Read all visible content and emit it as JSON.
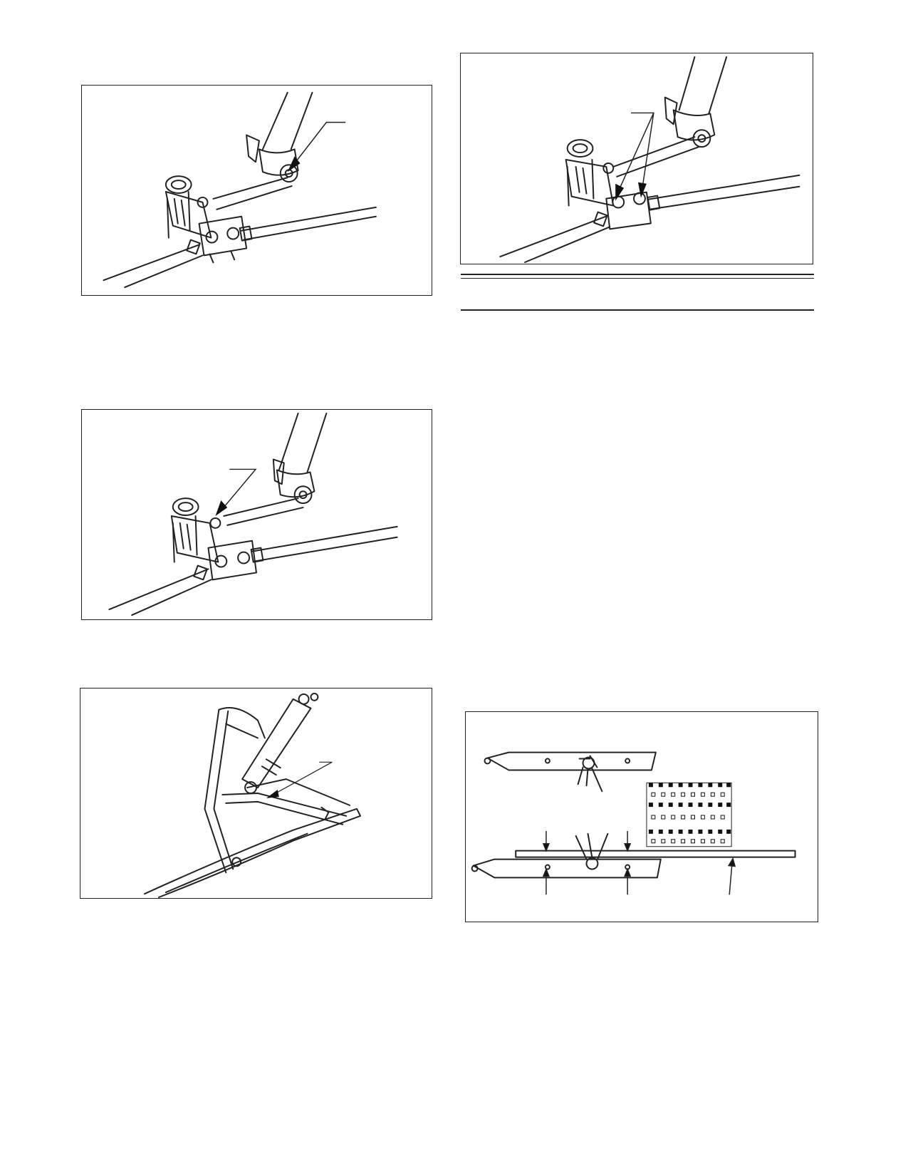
{
  "page": {
    "figures": [
      {
        "id": "fig-steering-arm-upper-left",
        "callout_count": 1
      },
      {
        "id": "fig-steering-arm-lower-left",
        "callout_count": 1
      },
      {
        "id": "fig-ski-leg-shock",
        "callout_count": 1
      },
      {
        "id": "fig-steering-arm-right",
        "callout_count": 2
      },
      {
        "id": "fig-ski-runner-alignment",
        "callout_count": 5
      }
    ],
    "colors": {
      "line": "#222222",
      "background": "#ffffff"
    }
  }
}
